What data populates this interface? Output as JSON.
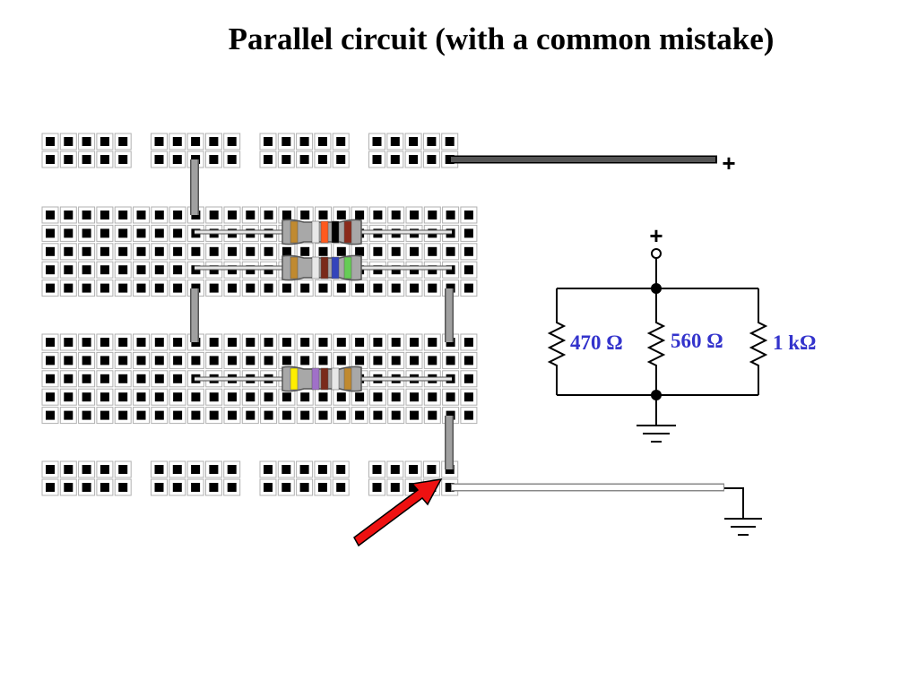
{
  "title": "Parallel circuit (with a common mistake)",
  "colors": {
    "label": "#3333cc",
    "arrow": "#ee1111",
    "supply_wire": "#555555",
    "jumper": "#a0a0a0",
    "ground_wire": "#ffffff"
  },
  "breadboard": {
    "hole_rows_per_block": 5,
    "hole_columns": 24,
    "rail_groups_per_row": 4,
    "rail_holes_per_group": 5,
    "rail_rows_per_rail": 2
  },
  "resistors": [
    {
      "name": "470-ohm-resistor",
      "bands": [
        "#c08a30",
        "#e8e8e8",
        "#ff5a1e",
        "#000000",
        "#8b2a1a"
      ]
    },
    {
      "name": "560-ohm-resistor",
      "bands": [
        "#c08a30",
        "#e8e8e8",
        "#7a2a1a",
        "#3344bb",
        "#66cc55"
      ]
    },
    {
      "name": "1k-ohm-resistor",
      "bands": [
        "#ffee00",
        "#a070c8",
        "#7a2a1a",
        "#e8e8e8",
        "#c08a30"
      ]
    }
  ],
  "schematic": {
    "supply_label": "+",
    "breadboard_supply_label": "+",
    "resistor_labels": [
      "470 Ω",
      "560 Ω",
      "1 kΩ"
    ]
  }
}
